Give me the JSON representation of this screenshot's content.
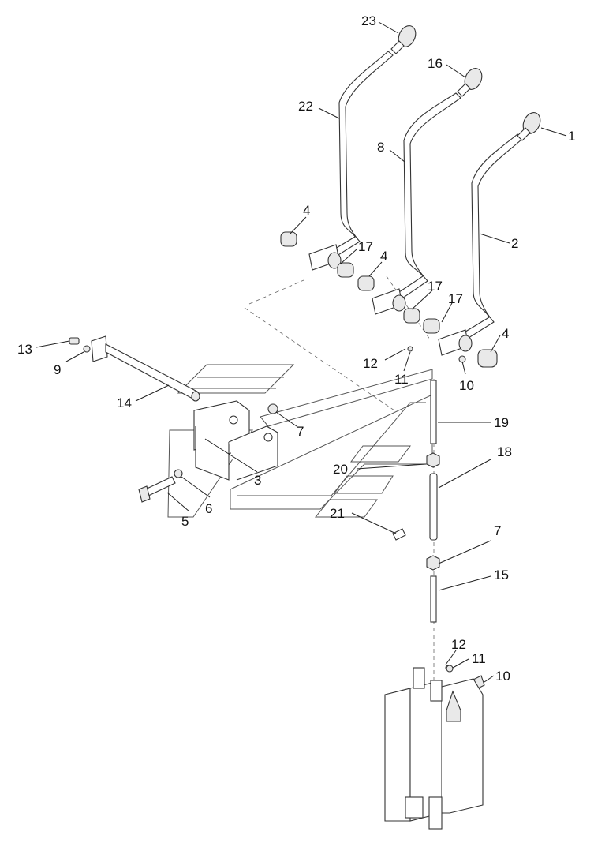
{
  "callouts": [
    {
      "id": "c23",
      "text": "23"
    },
    {
      "id": "c16",
      "text": "16"
    },
    {
      "id": "c1",
      "text": "1"
    },
    {
      "id": "c22",
      "text": "22"
    },
    {
      "id": "c8",
      "text": "8"
    },
    {
      "id": "c2",
      "text": "2"
    },
    {
      "id": "c4a",
      "text": "4"
    },
    {
      "id": "c17a",
      "text": "17"
    },
    {
      "id": "c4b",
      "text": "4"
    },
    {
      "id": "c17b",
      "text": "17"
    },
    {
      "id": "c17c",
      "text": "17"
    },
    {
      "id": "c4c",
      "text": "4"
    },
    {
      "id": "c13",
      "text": "13"
    },
    {
      "id": "c9",
      "text": "9"
    },
    {
      "id": "c12a",
      "text": "12"
    },
    {
      "id": "c11a",
      "text": "11"
    },
    {
      "id": "c10a",
      "text": "10"
    },
    {
      "id": "c14",
      "text": "14"
    },
    {
      "id": "c7a",
      "text": "7"
    },
    {
      "id": "c19",
      "text": "19"
    },
    {
      "id": "c18",
      "text": "18"
    },
    {
      "id": "c20",
      "text": "20"
    },
    {
      "id": "c3",
      "text": "3"
    },
    {
      "id": "c6",
      "text": "6"
    },
    {
      "id": "c5",
      "text": "5"
    },
    {
      "id": "c21",
      "text": "21"
    },
    {
      "id": "c7b",
      "text": "7"
    },
    {
      "id": "c15",
      "text": "15"
    },
    {
      "id": "c12b",
      "text": "12"
    },
    {
      "id": "c11b",
      "text": "11"
    },
    {
      "id": "c10b",
      "text": "10"
    }
  ]
}
